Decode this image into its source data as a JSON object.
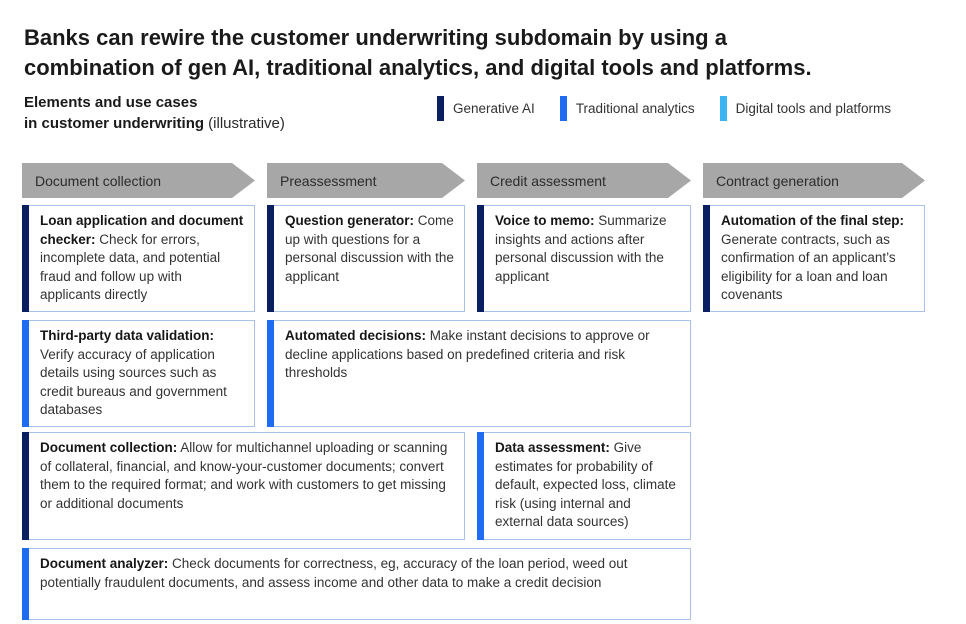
{
  "title": {
    "line1": "Banks can rewire the customer underwriting subdomain by using a",
    "line2": "combination of gen AI, traditional analytics, and digital tools and platforms."
  },
  "subtitle": {
    "line1": "Elements and use cases",
    "line2_bold": "in customer underwriting",
    "line2_note": " (illustrative)"
  },
  "legend": {
    "items": [
      {
        "label": "Generative AI",
        "color_key": "genai"
      },
      {
        "label": "Traditional analytics",
        "color_key": "traditional"
      },
      {
        "label": "Digital tools and platforms",
        "color_key": "digital"
      }
    ]
  },
  "stages": [
    {
      "label": "Document collection"
    },
    {
      "label": "Preassessment"
    },
    {
      "label": "Credit assessment"
    },
    {
      "label": "Contract generation"
    }
  ],
  "rows": [
    [
      {
        "accent": "genai",
        "lead": "Loan application and document checker:",
        "body": " Check for errors, incomplete data, and potential fraud and follow up with applicants directly"
      },
      {
        "accent": "genai",
        "lead": "Question generator:",
        "body": " Come up with questions for a personal discussion with the applicant"
      },
      {
        "accent": "genai",
        "lead": "Voice to memo:",
        "body": " Summarize insights and actions after personal discussion with the applicant"
      },
      {
        "accent": "genai",
        "lead": "Automation of the final step:",
        "body": " Generate contracts, such as confirmation of an applicant’s eligibility for a loan and loan covenants"
      }
    ],
    [
      {
        "accent": "traditional",
        "lead": "Third-party data validation:",
        "body": " Verify accuracy of application details using sources such as credit bureaus and government databases"
      },
      {
        "accent": "traditional",
        "lead": "Automated decisions:",
        "body": " Make instant decisions to approve or decline applications based on predefined criteria and risk thresholds"
      }
    ],
    [
      {
        "accent": "genai",
        "lead": "Document collection:",
        "body": " Allow for multichannel uploading or scanning of collateral, financial, and know-your-customer documents; convert them to the required format; and work with customers to get missing or additional documents"
      },
      {
        "accent": "traditional",
        "lead": "Data assessment:",
        "body": " Give estimates for probability of default, expected loss, climate risk (using internal and external data sources)"
      }
    ],
    [
      {
        "accent": "traditional",
        "lead": "Document analyzer:",
        "body": " Check documents for correctness, eg, accuracy of the loan period, weed out potentially fraudulent documents, and assess income and other data to make a credit decision"
      }
    ]
  ],
  "colors": {
    "genai": "#0a1f5f",
    "traditional": "#1f6bf2",
    "digital": "#3ab5f2",
    "arrow": "#a7a7a7",
    "box-border": "#a9c2e8",
    "ink": "#1a1a1a"
  }
}
